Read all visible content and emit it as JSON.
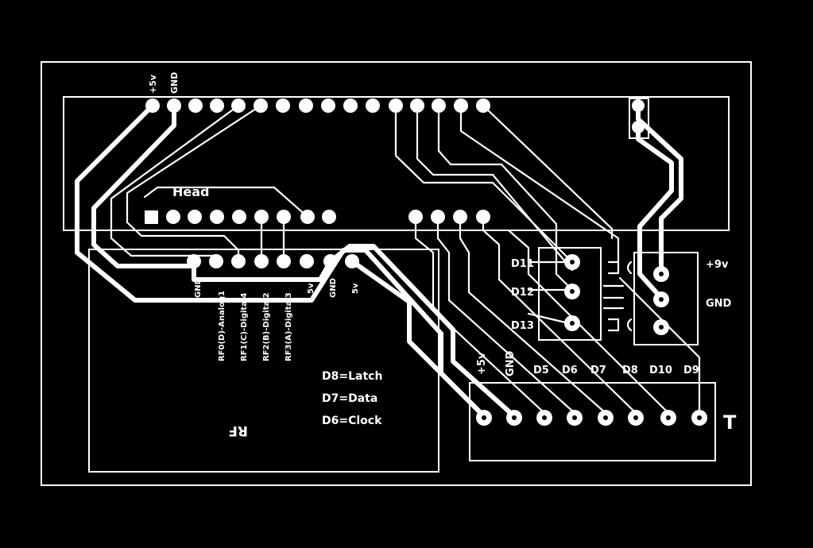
{
  "header_pins": {
    "plus5v": "+5v",
    "gnd": "GND"
  },
  "head_label": "Head",
  "rf_label": "RF",
  "rf_pins": [
    "GND",
    "RF0(D)-Analog1",
    "RF1(C)-Digital4",
    "RF2(B)-Digital2",
    "RF3(A)-Digital3",
    "5v",
    "GND",
    "5v"
  ],
  "legend": [
    "D8=Latch",
    "D7=Data",
    "D6=Clock"
  ],
  "transistor_pins": [
    "D11",
    "D12",
    "D13"
  ],
  "power_pins": {
    "plus9v": "+9v",
    "gnd": "GND"
  },
  "t_header_pins": [
    "+5v",
    "GND",
    "D5",
    "D6",
    "D7",
    "D8",
    "D10",
    "D9"
  ],
  "t_label": "T"
}
